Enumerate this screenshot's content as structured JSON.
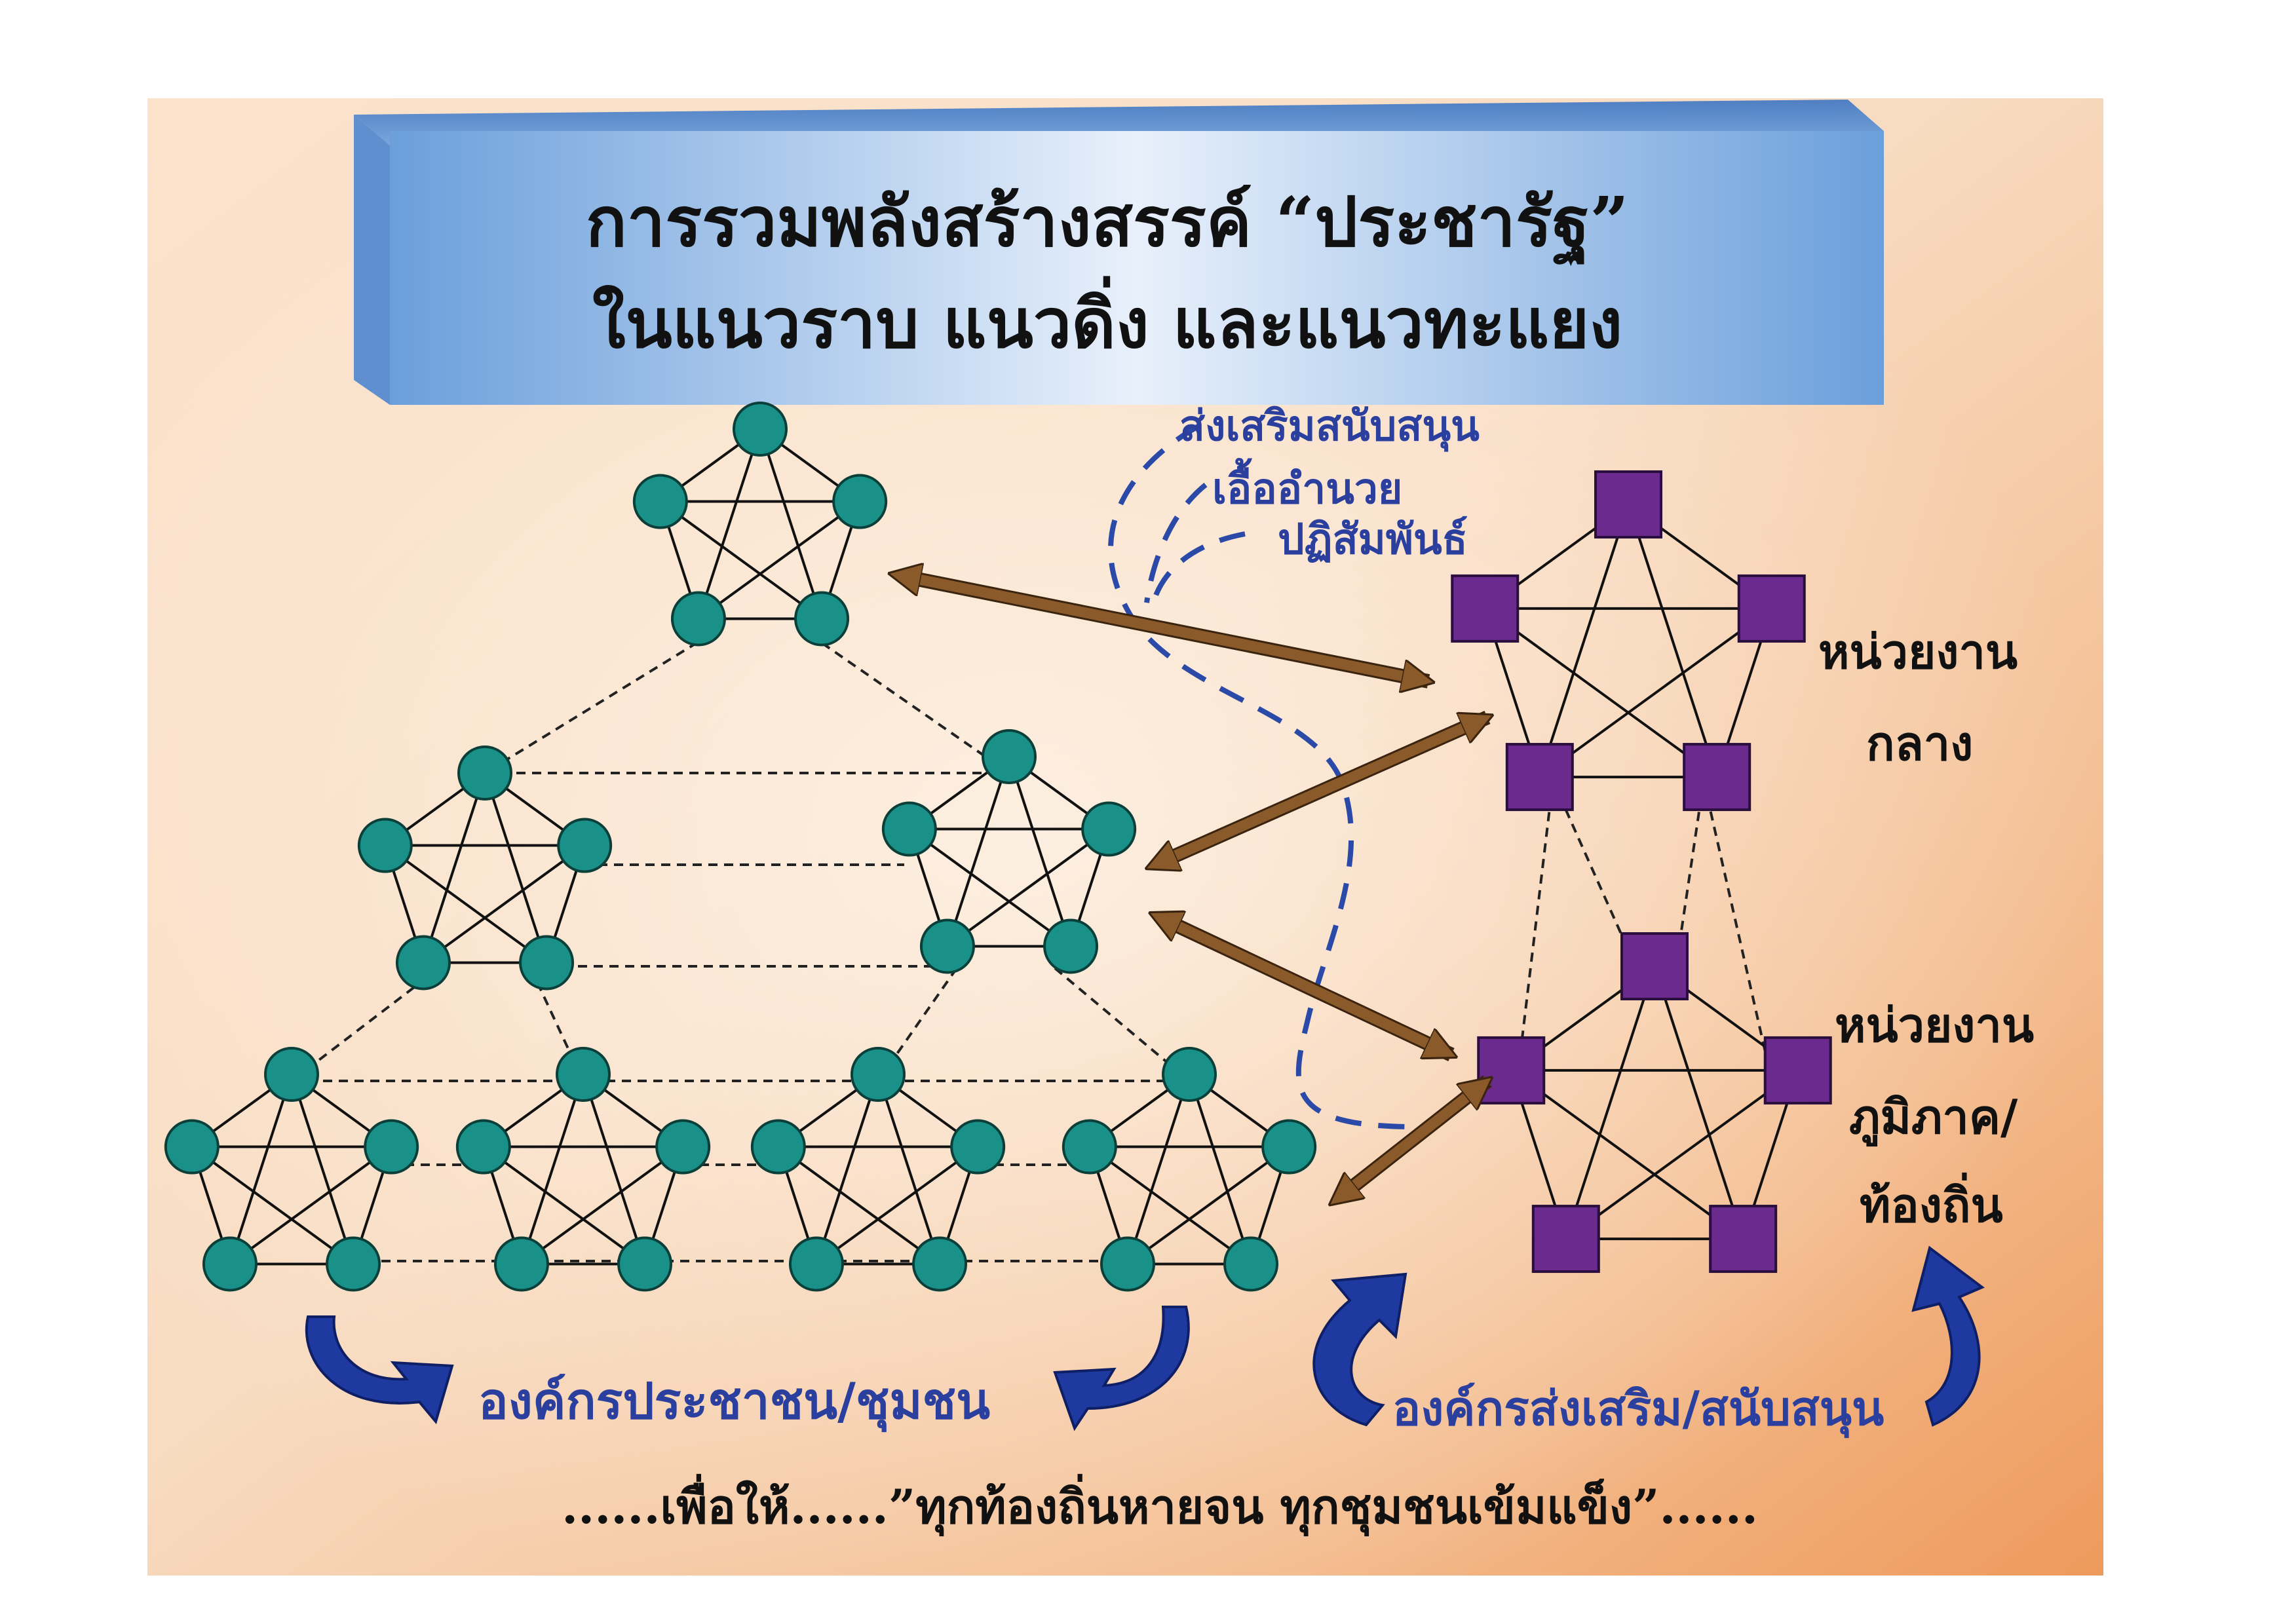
{
  "title": {
    "line1": "การรวมพลังสร้างสรรค์ “ประชารัฐ”",
    "line2": "ในแนวราบ แนวดิ่ง และแนวทะแยง"
  },
  "support_labels": {
    "line1": "ส่งเสริมสนับสนุน",
    "line2": "เอื้ออำนวย",
    "line3": "ปฏิสัมพันธ์"
  },
  "agency_central": {
    "line1": "หน่วยงาน",
    "line2": "กลาง"
  },
  "agency_regional": {
    "line1": "หน่วยงาน",
    "line2": "ภูมิภาค/",
    "line3": "ท้องถิ่น"
  },
  "community_label": "องค์กรประชาชน/ชุมชน",
  "support_org_label": "องค์กรส่งเสริม/สนับสนุน",
  "bottom_caption": "......เพื่อให้......”ทุกท้องถิ่นหายจน ทุกชุมชนเข้มแข็ง”......",
  "colors": {
    "community_node": "#1a9188",
    "agency_node": "#6a2a8e",
    "arrow": "#8b5a2b",
    "dashed_curve": "#2b4aa8",
    "label_blue": "#2a3f9e",
    "curved_arrow": "#1e3aa0"
  }
}
